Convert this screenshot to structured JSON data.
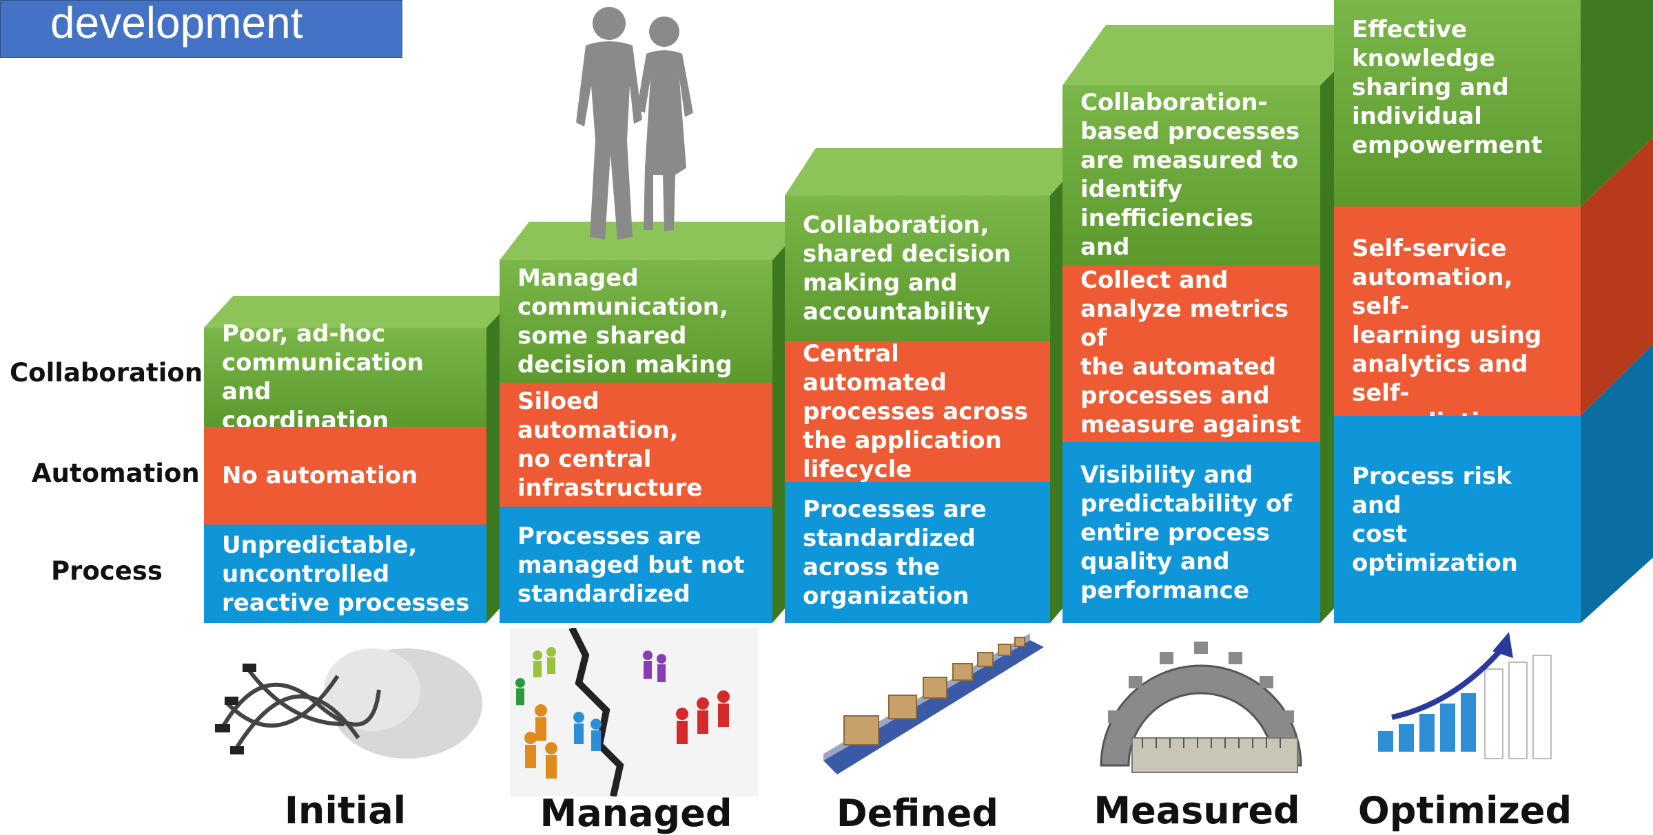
{
  "title": "development",
  "rows": {
    "collaboration": "Collaboration",
    "automation": "Automation",
    "process": "Process"
  },
  "stages": [
    {
      "name": "Initial",
      "collaboration": "Poor, ad-hoc\ncommunication and\ncoordination",
      "automation": "No automation",
      "process": "Unpredictable,\nuncontrolled\nreactive processes"
    },
    {
      "name": "Managed",
      "collaboration": "Managed\ncommunication,\nsome shared\ndecision making",
      "automation": "Siloed automation,\nno central\ninfrastructure",
      "process": "Processes are\nmanaged but not\nstandardized"
    },
    {
      "name": "Defined",
      "collaboration": "Collaboration,\nshared decision\nmaking and\naccountability",
      "automation": "Central automated\nprocesses across\nthe application\nlifecycle",
      "process": "Processes are\nstandardized\nacross the\norganization"
    },
    {
      "name": "Measured",
      "collaboration": "Collaboration-\nbased processes\nare measured to\nidentify\ninefficiencies and\nbottlenecks",
      "automation": "Collect and\nanalyze metrics of\nthe automated\nprocesses and\nmeasure against\nthe business goals",
      "process": "Visibility and\npredictability of\nentire process\nquality and\nperformance"
    },
    {
      "name": "Optimized",
      "collaboration": "Effective\nknowledge\nsharing and\nindividual\nempowerment",
      "automation": "Self-service\nautomation, self-\nlearning using\nanalytics and\nself-remediation",
      "process": "Process risk and\ncost optimization"
    }
  ],
  "colors": {
    "collaboration": "#6aa83c",
    "automation": "#ee5a33",
    "process": "#0f96d8",
    "title_bg": "#4472c4"
  }
}
